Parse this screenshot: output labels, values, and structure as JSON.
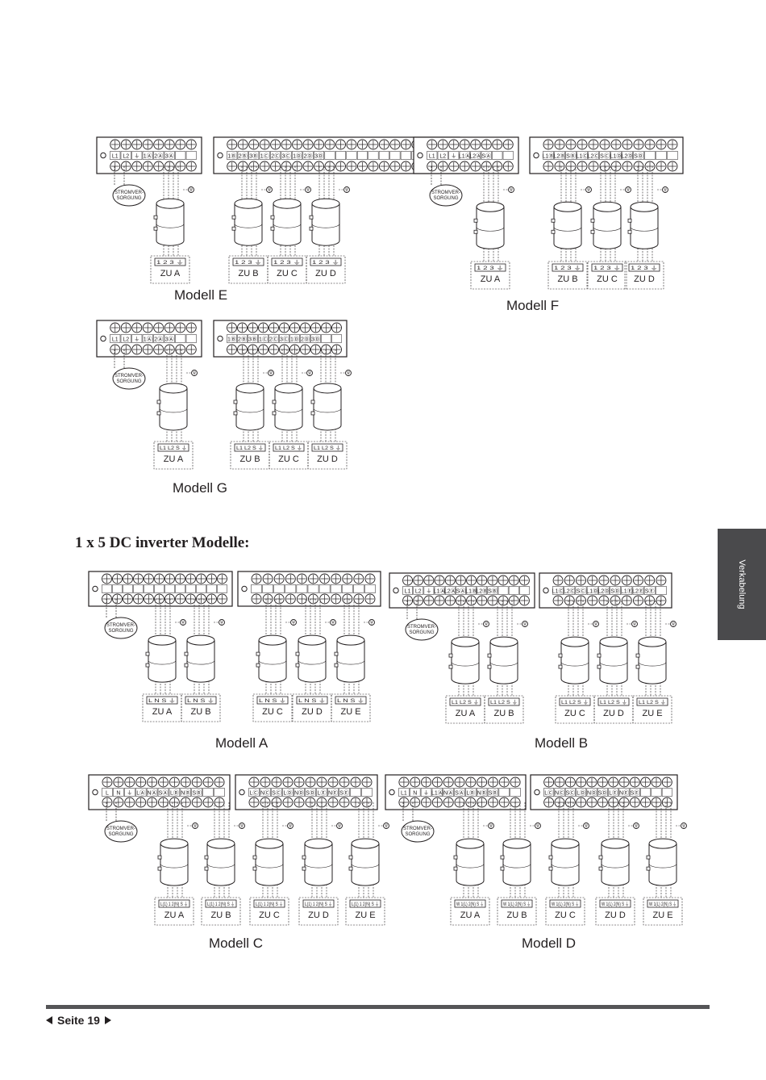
{
  "document": {
    "section_heading": "1 x 5 DC inverter  Modelle:",
    "side_tab_label": "Verkabelung",
    "page_label": "Seite 19"
  },
  "strings": {
    "power_supply_line1": "STROMVER-",
    "power_supply_line2": "SORGUNG",
    "unit_labels": [
      "ZU A",
      "ZU B",
      "ZU C",
      "ZU D",
      "ZU E"
    ]
  },
  "diagrams": [
    {
      "id": "modell-e",
      "label": "Modell E",
      "units": 4,
      "indoor_terminals": "1 2 3 ⏚",
      "left_terminals": [
        "L1",
        "L2",
        "⏚",
        "1Ⓐ",
        "2Ⓐ",
        "3Ⓐ"
      ],
      "right_terminals": [
        "1Ⓑ",
        "2Ⓑ",
        "3Ⓑ",
        "1Ⓒ",
        "2Ⓒ",
        "3Ⓒ",
        "1Ⓓ",
        "2Ⓓ",
        "3Ⓓ"
      ]
    },
    {
      "id": "modell-f",
      "label": "Modell F",
      "units": 4,
      "indoor_terminals": "1 2 3 ⏚",
      "left_terminals": [
        "L1",
        "L2",
        "⏚",
        "L1Ⓐ",
        "L2Ⓐ",
        "SⒶ"
      ],
      "right_terminals": [
        "L1Ⓑ",
        "L2Ⓑ",
        "SⒷ",
        "L1Ⓒ",
        "L2Ⓒ",
        "SⒸ",
        "L1Ⓓ",
        "L2Ⓓ",
        "SⒹ"
      ]
    },
    {
      "id": "modell-g",
      "label": "Modell G",
      "units": 4,
      "indoor_terminals": "L1 L2 S ⏚",
      "left_terminals": [
        "L1",
        "L2",
        "⏚",
        "1Ⓐ",
        "2Ⓐ",
        "3Ⓐ"
      ],
      "right_terminals": [
        "1Ⓑ",
        "2Ⓑ",
        "3Ⓑ",
        "1Ⓒ",
        "2Ⓒ",
        "3Ⓒ",
        "1Ⓓ",
        "2Ⓓ",
        "3Ⓓ"
      ]
    },
    {
      "id": "modell-a",
      "label": "Modell A",
      "units": 5,
      "indoor_terminals": "L N S ⏚",
      "left_terminals": [],
      "right_terminals": []
    },
    {
      "id": "modell-b",
      "label": "Modell B",
      "units": 5,
      "indoor_terminals": "L1 L2 S ⏚",
      "left_terminals": [
        "L1",
        "L2",
        "⏚",
        "L1Ⓐ",
        "L2Ⓐ",
        "SⒶ",
        "L1Ⓑ",
        "L2Ⓑ",
        "SⒷ"
      ],
      "right_terminals": [
        "L1Ⓒ",
        "L2Ⓒ",
        "SⒸ",
        "L1Ⓓ",
        "L2Ⓓ",
        "SⒹ",
        "L1Ⓔ",
        "L2Ⓔ",
        "SⒺ"
      ]
    },
    {
      "id": "modell-c",
      "label": "Modell C",
      "units": 5,
      "indoor_terminals": "L(1) 1 2(N) S ⏚",
      "left_terminals": [
        "L",
        "N",
        "⏚",
        "LⒶ",
        "NⒶ",
        "SⒶ",
        "LⒷ",
        "NⒷ",
        "SⒷ"
      ],
      "right_terminals": [
        "LⒸ",
        "NⒸ",
        "SⒸ",
        "LⒹ",
        "NⒹ",
        "SⒹ",
        "LⒺ",
        "NⒺ",
        "SⒺ"
      ]
    },
    {
      "id": "modell-d",
      "label": "Modell D",
      "units": 5,
      "indoor_terminals": "W 1(L) 2(N) S ⏚",
      "left_terminals": [
        "L1",
        "N",
        "⏚",
        "L1Ⓐ",
        "NⒶ",
        "SⒶ",
        "LⒷ",
        "NⒷ",
        "SⒷ"
      ],
      "right_terminals": [
        "LⒸ",
        "NⒸ",
        "SⒸ",
        "LⒹ",
        "NⒹ",
        "SⒹ",
        "LⒺ",
        "NⒺ",
        "SⒺ"
      ]
    }
  ]
}
